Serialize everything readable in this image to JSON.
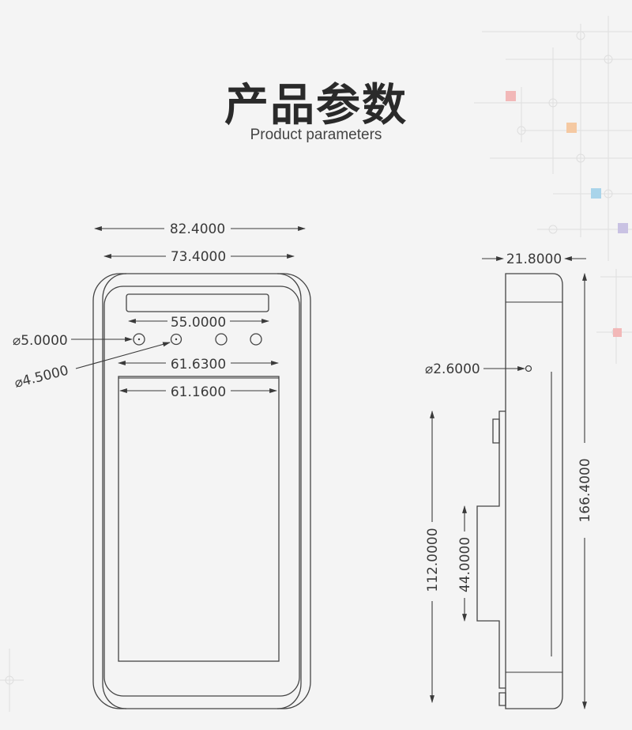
{
  "header": {
    "title": "产品参数",
    "subtitle": "Product parameters"
  },
  "front_view": {
    "overall_width": "82.4000",
    "inner_width": "73.4000",
    "holes_span": "55.0000",
    "hole_large_dia": "⌀5.0000",
    "hole_small_dia": "⌀4.5000",
    "screen_outer_width": "61.6300",
    "screen_inner_width": "61.1600"
  },
  "side_view": {
    "depth": "21.8000",
    "hole_dia": "⌀2.6000",
    "overall_height": "166.4000",
    "mount_height": "112.0000",
    "bracket_height": "44.0000"
  },
  "colors": {
    "line": "#3a3a3a",
    "background": "#f4f4f4",
    "accent_pink": "#f2b8b8",
    "accent_orange": "#f5c9a2",
    "accent_blue": "#a9d4ea",
    "accent_purple": "#c9c2e3"
  }
}
